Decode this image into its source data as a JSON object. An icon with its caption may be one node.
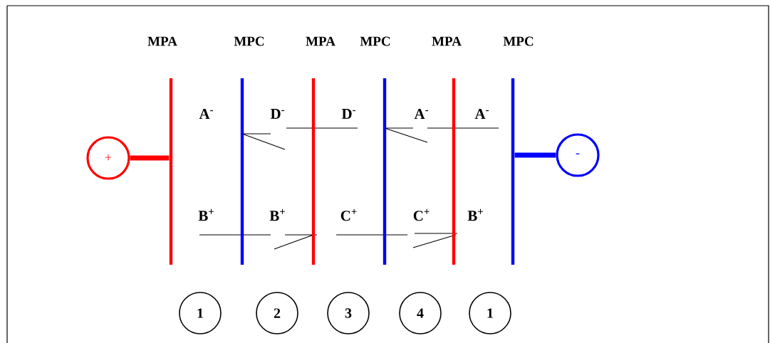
{
  "diagram": {
    "nodes": [
      {
        "text": [
          "+"
        ]
      },
      {
        "text": [
          "MPA"
        ]
      },
      {
        "text": [
          "MPC"
        ]
      },
      {
        "text": [
          "MPA"
        ]
      },
      {
        "text": [
          "MPC"
        ]
      },
      {
        "text": [
          "MPA"
        ]
      },
      {
        "text": [
          "MPC"
        ]
      },
      {
        "text": [
          "-"
        ]
      },
      {
        "text": [
          "1"
        ]
      },
      {
        "text": [
          "2"
        ]
      },
      {
        "text": [
          "3"
        ]
      },
      {
        "text": [
          "4"
        ]
      },
      {
        "text": [
          "1"
        ]
      }
    ],
    "edges": [
      {
        "from": 0,
        "to": 1,
        "arrow": "none",
        "color": "#ff0000"
      },
      {
        "from": 6,
        "to": 7,
        "arrow": "none",
        "color": "#0000ff"
      }
    ],
    "labels": [
      "A$^{-}$",
      "D$^{-}$",
      "D$^{-}$",
      "A$^{-}$",
      "A$^{-}$",
      "B$^{+}$",
      "B$^{+}$",
      "C$^{+}$",
      "C$^{+}$",
      "B$^{+}$"
    ]
  }
}
